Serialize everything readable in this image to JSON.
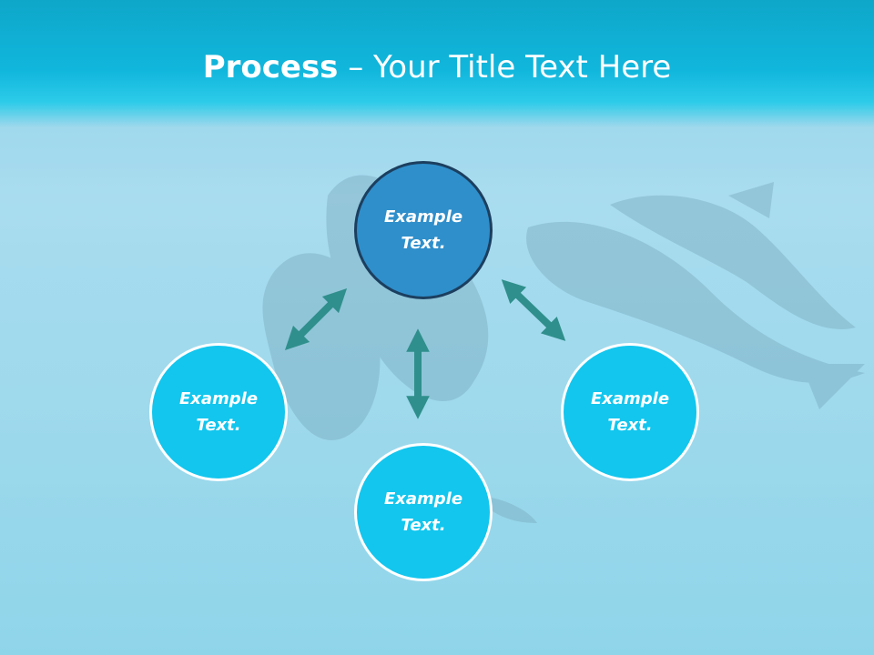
{
  "title": {
    "bold": "Process",
    "rest": " – Your Title Text Here"
  },
  "nodes": {
    "top": "Example Text.",
    "left": "Example Text.",
    "right": "Example Text.",
    "bottom": "Example Text."
  },
  "colors": {
    "header": "#11b6dc",
    "node_fill": "#12c6ee",
    "top_node_fill": "#2f8fcb",
    "arrow": "#2f8f8c"
  },
  "decor": [
    "dolphins-background"
  ]
}
